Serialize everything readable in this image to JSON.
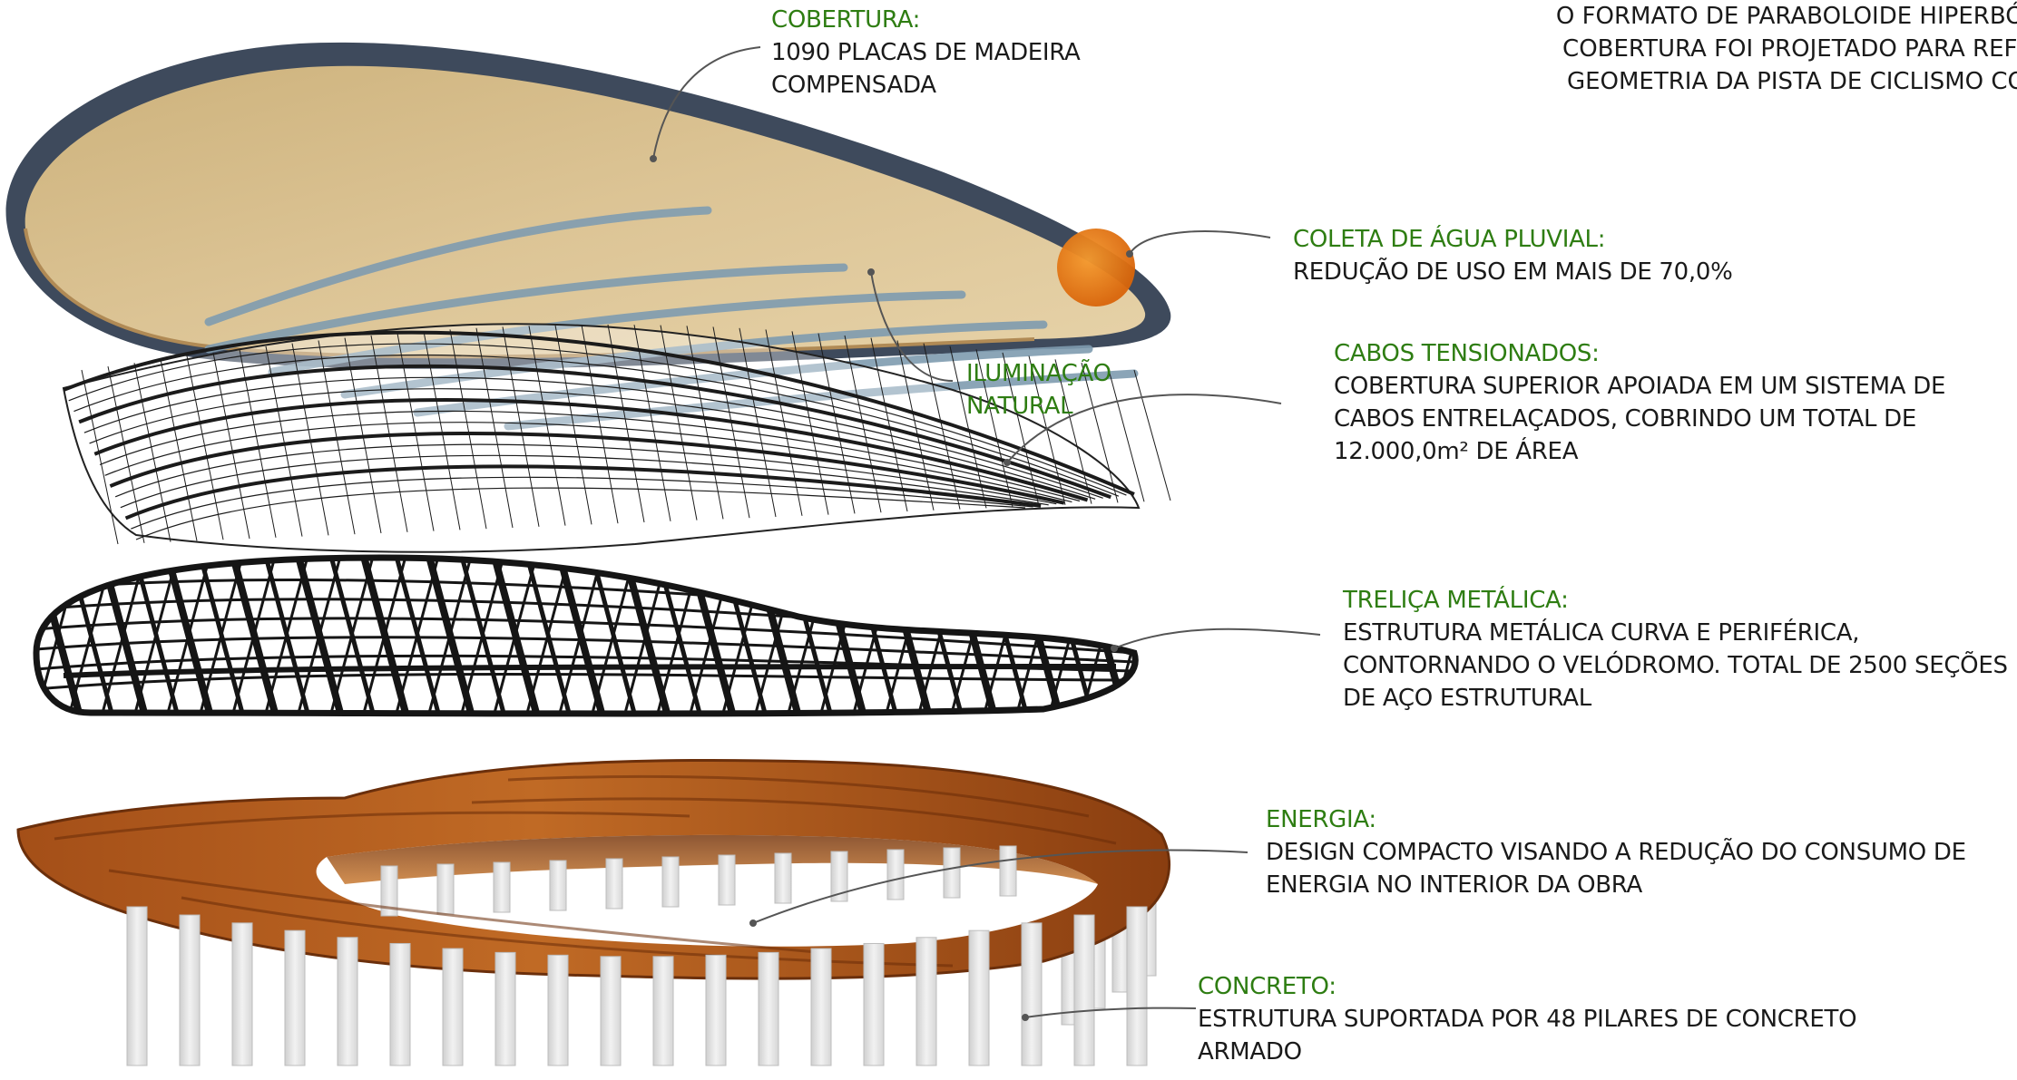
{
  "top_note": [
    "O FORMATO DE PARABOLOIDE HIPERBÓL",
    "COBERTURA FOI PROJETADO PARA REFL",
    "GEOMETRIA DA PISTA DE CICLISMO CO"
  ],
  "callouts": {
    "cobertura": {
      "title": "COBERTURA:",
      "lines": [
        "1090 PLACAS DE MADEIRA",
        "COMPENSADA"
      ]
    },
    "coleta": {
      "title": "COLETA DE ÁGUA PLUVIAL:",
      "lines": [
        "REDUÇÃO DE USO EM MAIS DE 70,0%"
      ]
    },
    "iluminacao": {
      "title_lines": [
        "ILUMINAÇÃO",
        "NATURAL"
      ]
    },
    "cabos": {
      "title": "CABOS TENSIONADOS:",
      "lines": [
        "COBERTURA SUPERIOR APOIADA EM UM SISTEMA DE",
        "CABOS ENTRELAÇADOS, COBRINDO UM TOTAL DE",
        "12.000,0m² DE ÁREA"
      ]
    },
    "trelica": {
      "title": "TRELIÇA METÁLICA:",
      "lines": [
        "ESTRUTURA METÁLICA CURVA E PERIFÉRICA,",
        "CONTORNANDO O VELÓDROMO. TOTAL DE 2500 SEÇÕES",
        "DE AÇO ESTRUTURAL"
      ]
    },
    "energia": {
      "title": "ENERGIA:",
      "lines": [
        "DESIGN COMPACTO VISANDO A REDUÇÃO DO CONSUMO DE",
        "ENERGIA NO INTERIOR DA OBRA"
      ]
    },
    "concreto": {
      "title": "CONCRETO:",
      "lines": [
        "ESTRUTURA SUPORTADA POR 48 PILARES DE CONCRETO",
        "ARMADO"
      ]
    }
  },
  "colors": {
    "label_title": "#2e7d12",
    "label_text": "#1a1a1a",
    "roof_fill": "#d8bf8e",
    "roof_rim": "#3e4a5c",
    "drain_marker": "#e07a10",
    "skylight": "#8aa6b8",
    "truss": "#151515",
    "wood": "#b8611f",
    "pillar": "#e4e4e4"
  }
}
